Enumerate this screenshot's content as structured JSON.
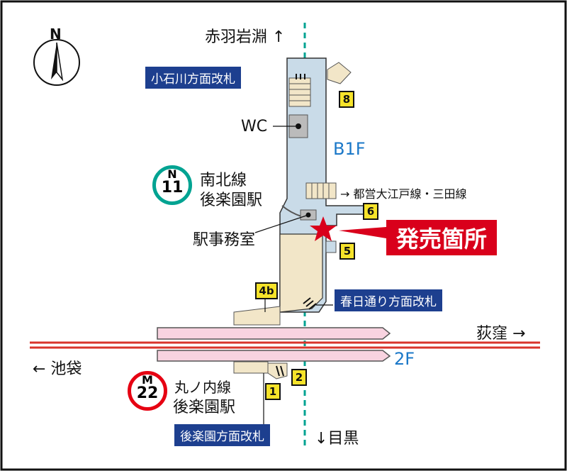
{
  "compass": {
    "label": "N"
  },
  "directions": {
    "north": "赤羽岩淵 ↑",
    "south": "↓目黒",
    "west": "← 池袋",
    "east": "荻窪 →"
  },
  "gates": {
    "koishikawa": "小石川方面改札",
    "kasuga": "春日通り方面改札",
    "korakuen": "後楽園方面改札"
  },
  "exits": [
    "8",
    "6",
    "5",
    "4b",
    "1",
    "2"
  ],
  "floors": {
    "b1": "B1F",
    "f2": "2F"
  },
  "labels": {
    "wc": "WC",
    "station_office": "駅事務室",
    "transfer": "→ 都営大江戸線・三田線",
    "ticket_sales": "発売箇所"
  },
  "lines": {
    "namboku": {
      "letter": "N",
      "number": "11",
      "line_name": "南北線",
      "station": "後楽園駅",
      "color": "#00a392"
    },
    "marunouchi": {
      "letter": "M",
      "number": "22",
      "line_name": "丸ノ内線",
      "station": "後楽園駅",
      "color": "#e60012"
    }
  },
  "colors": {
    "gate_blue": "#1d3f8f",
    "floor_blue": "#1b78c8",
    "sales_red": "#d9001b",
    "exit_yellow": "#f6e32a",
    "platform_pink": "#f8d3e0",
    "rail_red": "#d9342b",
    "concourse_blue": "#c9dbe8",
    "namboku_teal": "#00a392"
  }
}
